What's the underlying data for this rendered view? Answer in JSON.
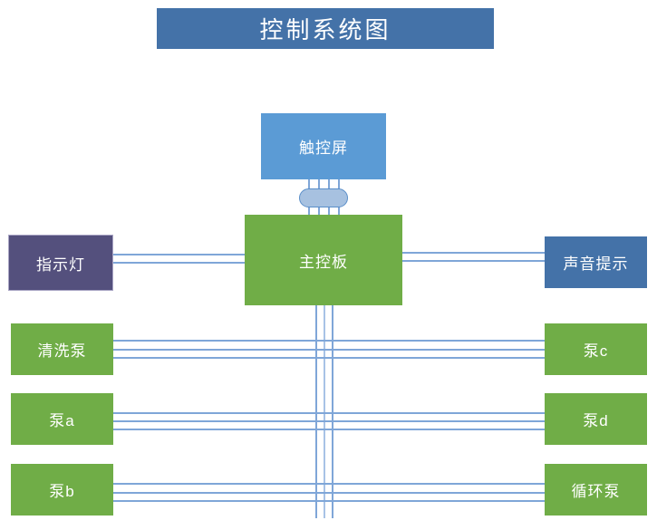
{
  "diagram": {
    "title": "控制系统图",
    "title_color": "#4472A8",
    "wire_color": "#7FA6D8",
    "background": "#ffffff"
  },
  "nodes": {
    "touch_screen": {
      "label": "触控屏",
      "color": "#5B9BD5"
    },
    "main_board": {
      "label": "主控板",
      "color": "#70AD47"
    },
    "indicator_lamp": {
      "label": "指示灯",
      "color": "#54507D"
    },
    "sound_prompt": {
      "label": "声音提示",
      "color": "#4472A8"
    },
    "pumps_left": [
      {
        "label": "清洗泵",
        "color": "#70AD47"
      },
      {
        "label": "泵a",
        "color": "#70AD47"
      },
      {
        "label": "泵b",
        "color": "#70AD47"
      }
    ],
    "pumps_right": [
      {
        "label": "泵c",
        "color": "#70AD47"
      },
      {
        "label": "泵d",
        "color": "#70AD47"
      },
      {
        "label": "循环泵",
        "color": "#70AD47"
      }
    ]
  },
  "connectors": {
    "screen_to_board_lines": 4,
    "board_to_lamp_lines": 2,
    "board_to_sound_lines": 2,
    "bus_vertical_lines": 3,
    "pump_lines_each": 3
  }
}
